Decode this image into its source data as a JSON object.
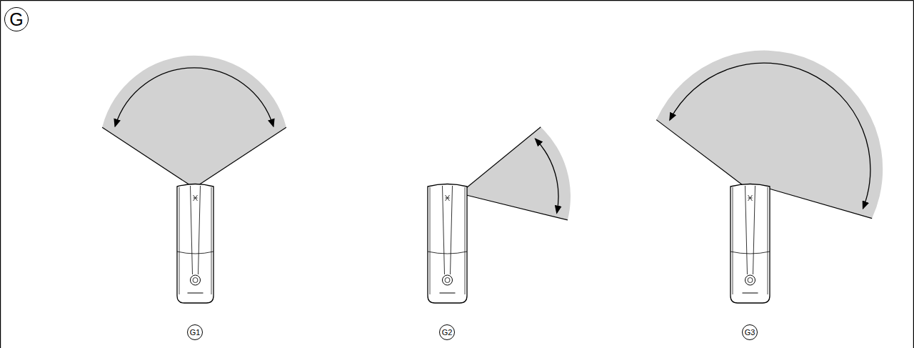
{
  "diagram": {
    "labels": [
      "G",
      "G1",
      "G2",
      "G3"
    ]
  }
}
